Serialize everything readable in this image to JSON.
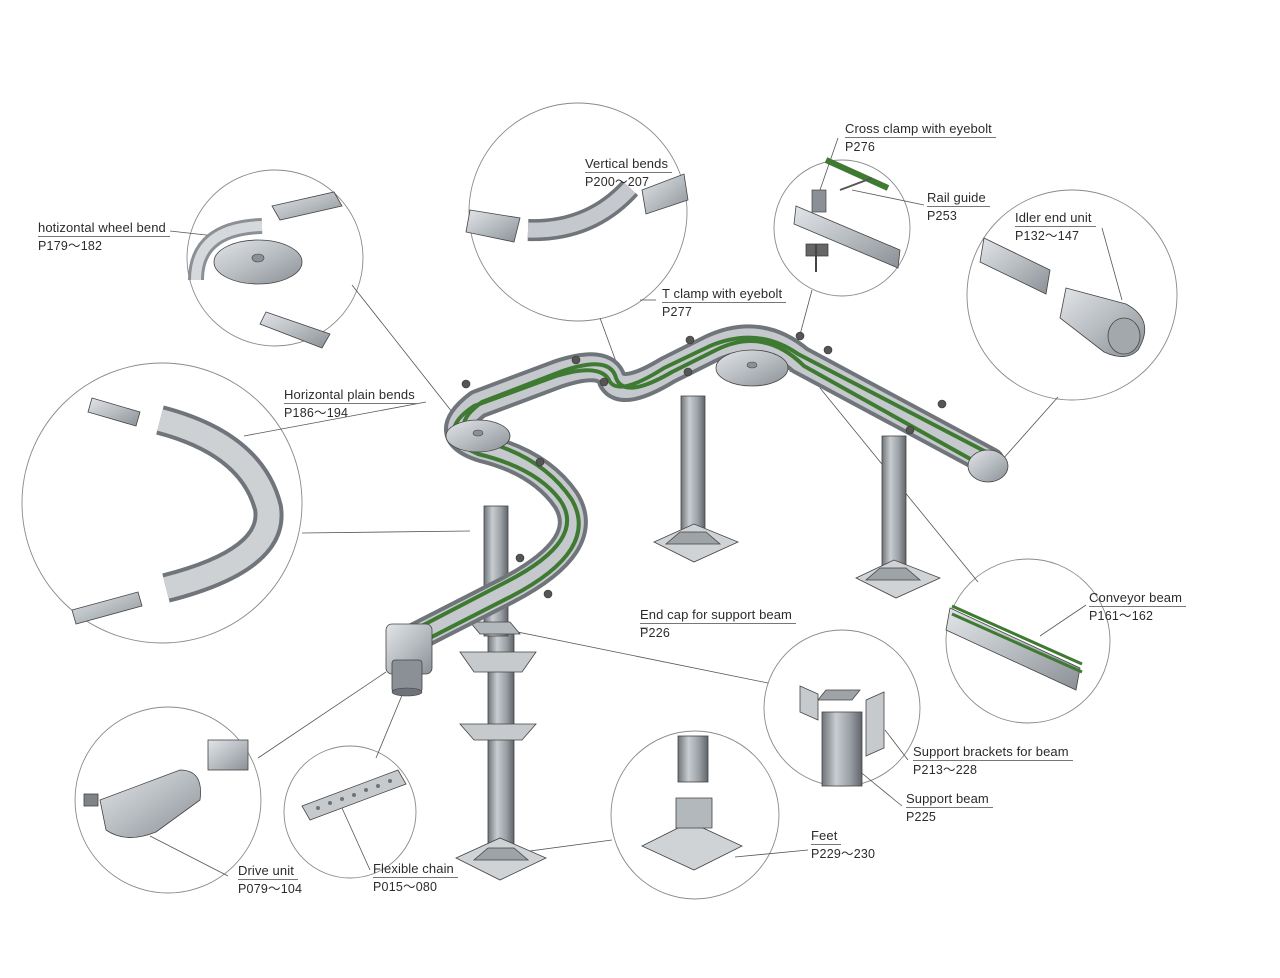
{
  "labels": {
    "cross_clamp": {
      "name": "Cross clamp with eyebolt",
      "page": "P276"
    },
    "rail_guide": {
      "name": "Rail guide",
      "page": "P253"
    },
    "vertical_bends": {
      "name": "Vertical bends",
      "page": "P200～207"
    },
    "idler_end_unit": {
      "name": "Idler end unit",
      "page": "P132～147"
    },
    "wheel_bend": {
      "name": "hotizontal wheel bend",
      "page": "P179～182"
    },
    "t_clamp": {
      "name": "T clamp with eyebolt",
      "page": "P277"
    },
    "plain_bends": {
      "name": "Horizontal plain bends",
      "page": "P186～194"
    },
    "conveyor_beam": {
      "name": "Conveyor beam",
      "page": "P161～162"
    },
    "end_cap": {
      "name": "End cap for support beam",
      "page": "P226"
    },
    "support_brackets": {
      "name": "Support brackets for beam",
      "page": "P213～228"
    },
    "support_beam": {
      "name": "Support beam",
      "page": "P225"
    },
    "feet": {
      "name": "Feet",
      "page": "P229～230"
    },
    "drive_unit": {
      "name": "Drive unit",
      "page": "P079～104"
    },
    "flexible_chain": {
      "name": "Flexible chain",
      "page": "P015～080"
    }
  },
  "colors": {
    "chain_green": "#3f7a32",
    "metal_grey": "#b9bec3",
    "metal_dark": "#7d8388",
    "line": "#555555"
  }
}
